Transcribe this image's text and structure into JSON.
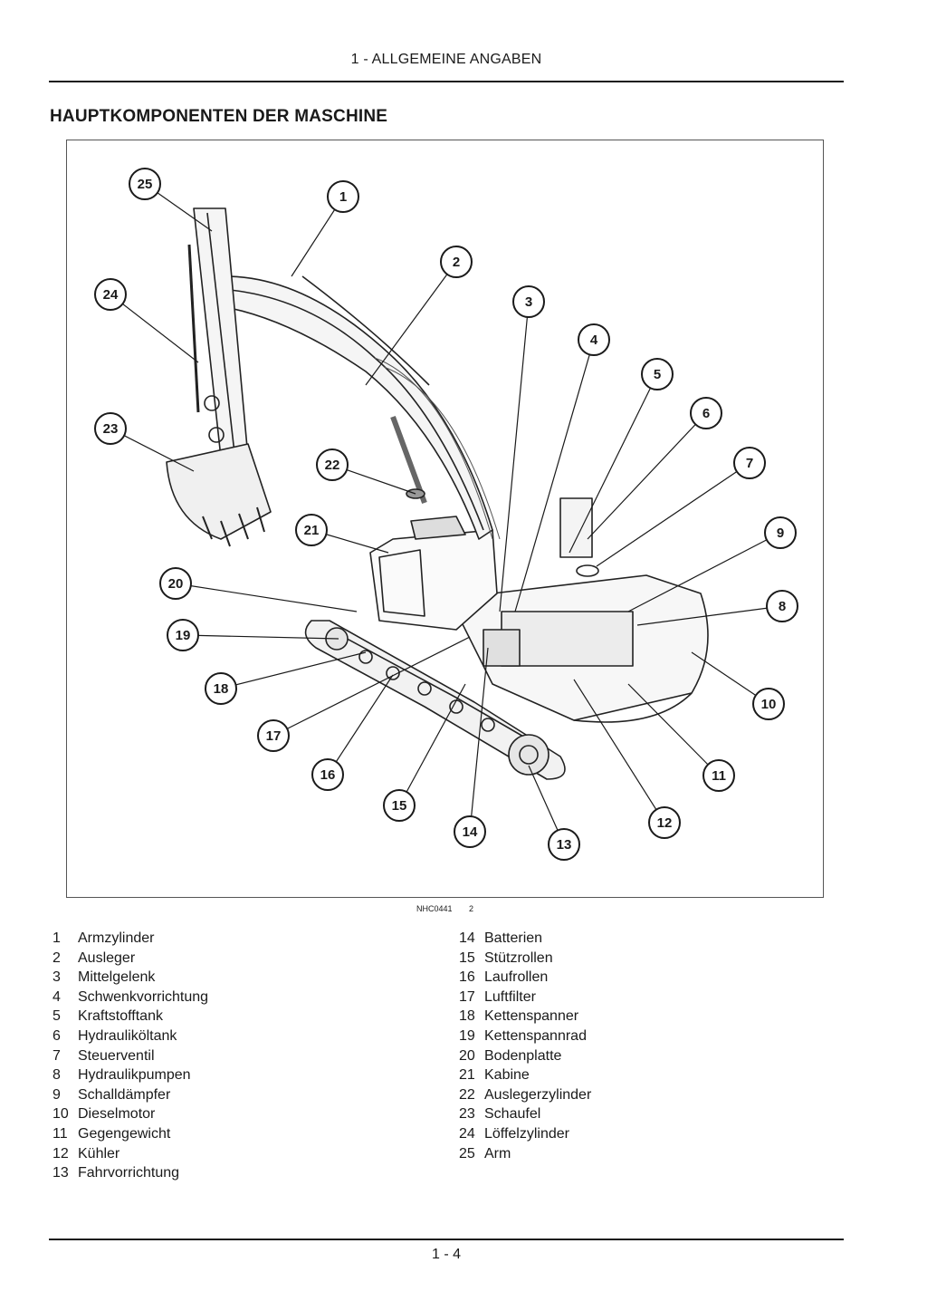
{
  "header": {
    "chapter": "1 - ALLGEMEINE ANGABEN"
  },
  "section": {
    "title": "HAUPTKOMPONENTEN DER MASCHINE"
  },
  "figure": {
    "code": "NHC0441",
    "number": "2",
    "callouts": [
      "1",
      "2",
      "3",
      "4",
      "5",
      "6",
      "7",
      "8",
      "9",
      "10",
      "11",
      "12",
      "13",
      "14",
      "15",
      "16",
      "17",
      "18",
      "19",
      "20",
      "21",
      "22",
      "23",
      "24",
      "25"
    ]
  },
  "legend": {
    "left": [
      {
        "num": "1",
        "label": "Armzylinder"
      },
      {
        "num": "2",
        "label": "Ausleger"
      },
      {
        "num": "3",
        "label": "Mittelgelenk"
      },
      {
        "num": "4",
        "label": "Schwenkvorrichtung"
      },
      {
        "num": "5",
        "label": "Kraftstofftank"
      },
      {
        "num": "6",
        "label": "Hydrauliköltank"
      },
      {
        "num": "7",
        "label": "Steuerventil"
      },
      {
        "num": "8",
        "label": "Hydraulikpumpen"
      },
      {
        "num": "9",
        "label": "Schalldämpfer"
      },
      {
        "num": "10",
        "label": "Dieselmotor"
      },
      {
        "num": "11",
        "label": "Gegengewicht"
      },
      {
        "num": "12",
        "label": "Kühler"
      },
      {
        "num": "13",
        "label": "Fahrvorrichtung"
      }
    ],
    "right": [
      {
        "num": "14",
        "label": "Batterien"
      },
      {
        "num": "15",
        "label": "Stützrollen"
      },
      {
        "num": "16",
        "label": "Laufrollen"
      },
      {
        "num": "17",
        "label": "Luftfilter"
      },
      {
        "num": "18",
        "label": "Kettenspanner"
      },
      {
        "num": "19",
        "label": "Kettenspannrad"
      },
      {
        "num": "20",
        "label": "Bodenplatte"
      },
      {
        "num": "21",
        "label": "Kabine"
      },
      {
        "num": "22",
        "label": "Auslegerzylinder"
      },
      {
        "num": "23",
        "label": "Schaufel"
      },
      {
        "num": "24",
        "label": "Löffelzylinder"
      },
      {
        "num": "25",
        "label": "Arm"
      }
    ]
  },
  "footer": {
    "page": "1 - 4"
  }
}
